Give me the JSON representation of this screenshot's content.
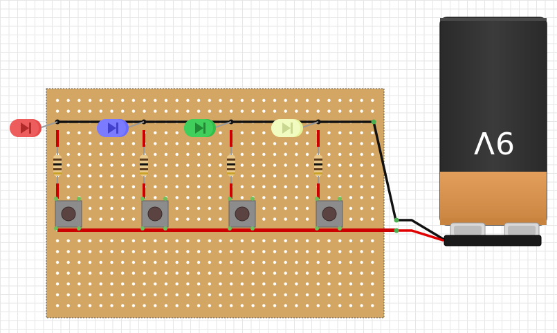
{
  "battery": {
    "label": "9V"
  },
  "colors": {
    "board": "#d4a664",
    "hole": "#ffffff",
    "wire_black": "#1a1a1a",
    "wire_red": "#cc0000",
    "led_red": "#e84a4a",
    "led_blue": "#6a6aff",
    "led_green": "#2fbf4a",
    "led_yellow": "#eef8b0",
    "battery_body": "#333333",
    "battery_band": "#d99152"
  },
  "leds": [
    {
      "name": "led-red",
      "color_key": "led_red"
    },
    {
      "name": "led-blue",
      "color_key": "led_blue"
    },
    {
      "name": "led-green",
      "color_key": "led_green"
    },
    {
      "name": "led-yellow",
      "color_key": "led_yellow"
    }
  ]
}
